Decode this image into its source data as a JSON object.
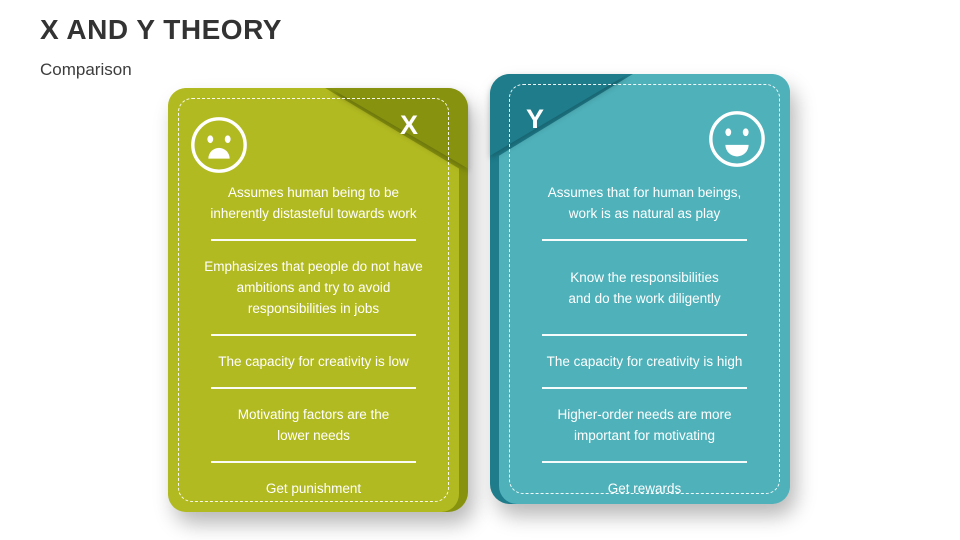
{
  "slide": {
    "title": "X AND Y THEORY",
    "subtitle": "Comparison"
  },
  "cards": [
    {
      "letter": "X",
      "icon": "sad-face-icon",
      "main_color": "#b2ba21",
      "dark_color": "#87930f",
      "text_color": "#ffffff",
      "items": [
        "Assumes human being to be\ninherently distasteful towards work",
        "Emphasizes that people do not have\nambitions and try to avoid\nresponsibilities in jobs",
        "The capacity for creativity is low",
        "Motivating factors are the\nlower needs",
        "Get punishment"
      ]
    },
    {
      "letter": "Y",
      "icon": "happy-face-icon",
      "main_color": "#4fb1ba",
      "dark_color": "#1e7c8b",
      "text_color": "#ffffff",
      "items": [
        "Assumes that for human beings,\nwork is as natural as play",
        "Know the responsibilities\nand do the work diligently",
        "The capacity for creativity is high",
        "Higher-order needs are more\nimportant for motivating",
        "Get rewards"
      ]
    }
  ]
}
